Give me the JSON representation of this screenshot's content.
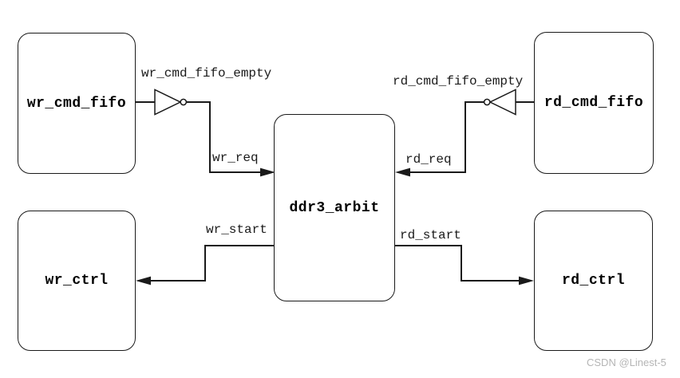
{
  "diagram": {
    "blocks": {
      "wr_cmd_fifo": "wr_cmd_fifo",
      "rd_cmd_fifo": "rd_cmd_fifo",
      "wr_ctrl": "wr_ctrl",
      "rd_ctrl": "rd_ctrl",
      "ddr3_arbit": "ddr3_arbit"
    },
    "signals": {
      "wr_cmd_fifo_empty": "wr_cmd_fifo_empty",
      "rd_cmd_fifo_empty": "rd_cmd_fifo_empty",
      "wr_req": "wr_req",
      "rd_req": "rd_req",
      "wr_start": "wr_start",
      "rd_start": "rd_start"
    },
    "colors": {
      "line": "#1a1a1a",
      "background": "#ffffff",
      "watermark": "#b5b5b5"
    }
  },
  "watermark": {
    "text": "CSDN @Linest-5"
  }
}
